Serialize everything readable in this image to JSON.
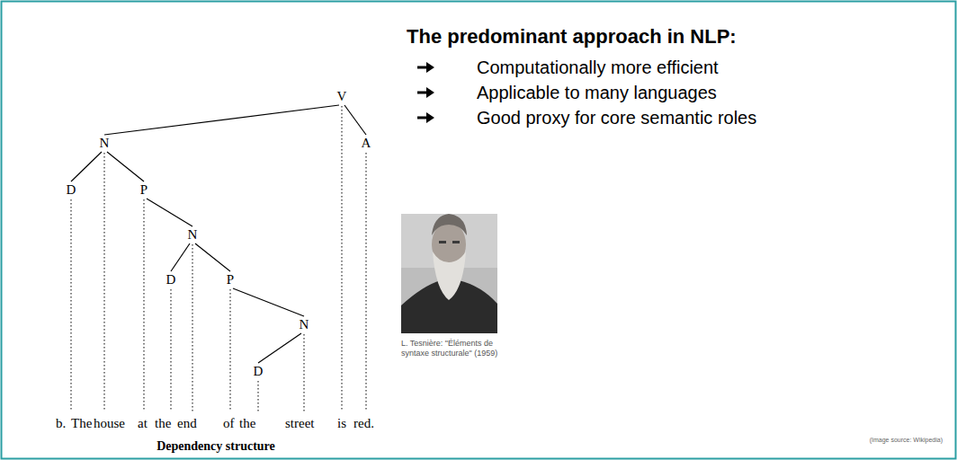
{
  "diagram": {
    "title": "The predominant approach in NLP:",
    "labels": [
      "V",
      "N",
      "A",
      "D",
      "P",
      "N",
      "D",
      "P",
      "N",
      "D",
      "b.",
      "The",
      "house",
      "at",
      "the",
      "end",
      "of",
      "the",
      "street",
      "is",
      "red.",
      "Dependency structure",
      "Computationally more efficient",
      "Applicable to many languages",
      "Good proxy for core semantic roles",
      "L. Tesnière: \"Éléments de syntaxe structurale\" (1959)",
      "(Image source: Wikipedia)"
    ]
  }
}
